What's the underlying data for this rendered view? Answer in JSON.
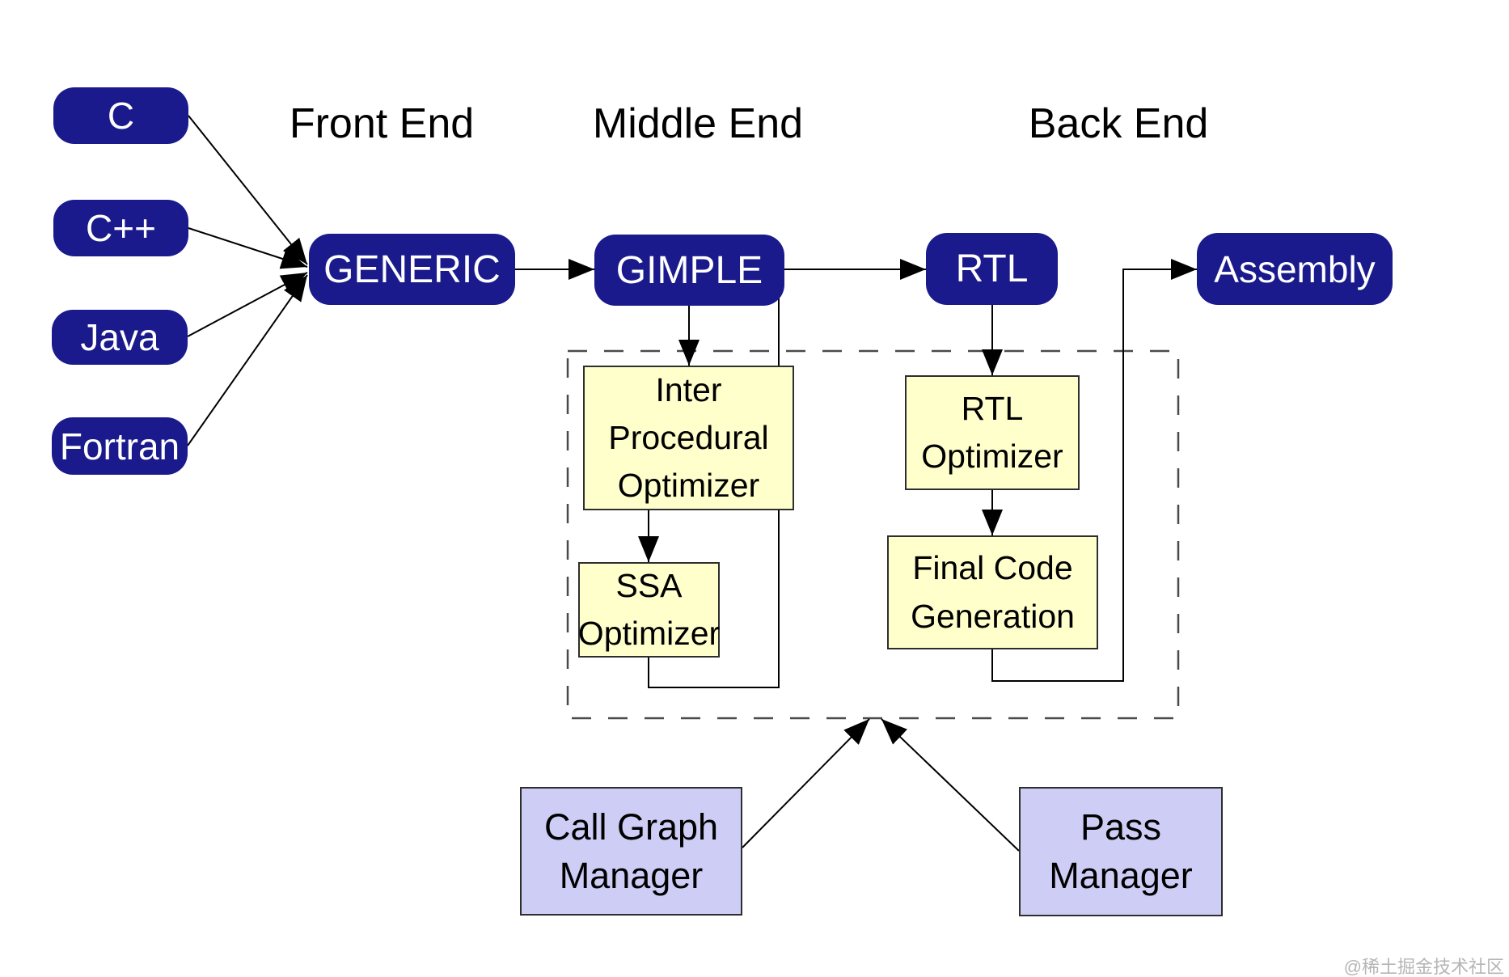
{
  "headers": {
    "front": "Front End",
    "middle": "Middle End",
    "back": "Back End"
  },
  "languages": [
    {
      "label": "C"
    },
    {
      "label": "C++"
    },
    {
      "label": "Java"
    },
    {
      "label": "Fortran"
    }
  ],
  "pipeline": {
    "generic": "GENERIC",
    "gimple": "GIMPLE",
    "rtl": "RTL",
    "assembly": "Assembly"
  },
  "optimizers": {
    "inter_procedural": "Inter\nProcedural\nOptimizer",
    "ssa": "SSA\nOptimizer",
    "rtl": "RTL\nOptimizer",
    "final_code": "Final Code\nGeneration"
  },
  "managers": {
    "call_graph": "Call Graph\nManager",
    "pass": "Pass\nManager"
  },
  "watermark": "@稀土掘金技术社区",
  "colors": {
    "navy": "#1a1a8c",
    "yellow": "#ffffcc",
    "lavender": "#cdcdf6",
    "box_border": "#2e2e2e",
    "dash": "#4a4a4a",
    "line": "#000000",
    "text_light": "#ffffff",
    "text_dark": "#000000",
    "watermark": "#b5b5b5"
  }
}
